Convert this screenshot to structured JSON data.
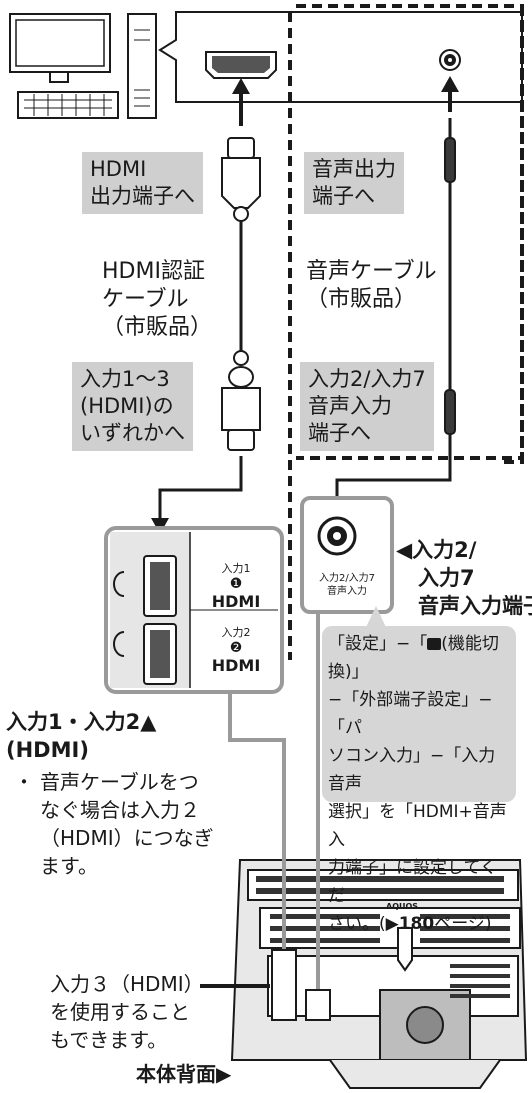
{
  "labels": {
    "hdmi_out_1": "HDMI",
    "hdmi_out_2": "出力端子へ",
    "hdmi_cable_1": "HDMI認証",
    "hdmi_cable_2": "ケーブル",
    "hdmi_cable_3": "（市販品）",
    "hdmi_in_1": "入力1〜3",
    "hdmi_in_2": "(HDMI)の",
    "hdmi_in_3": "いずれかへ",
    "audio_out_1": "音声出力",
    "audio_out_2": "端子へ",
    "audio_cable_1": "音声ケーブル",
    "audio_cable_2": "（市販品）",
    "audio_in_1": "入力2/入力7",
    "audio_in_2": "音声入力",
    "audio_in_3": "端子へ",
    "jack_label_1": "入力2/入力7",
    "jack_label_2": "音声入力",
    "audio_terminal_1": "◀入力2/",
    "audio_terminal_2": "入力7",
    "audio_terminal_3": "音声入力端子",
    "port_input1_label": "入力1",
    "port_input2_label": "入力2",
    "hdmi_logo": "HDMI",
    "inputs_title_1": "入力1・入力2▲",
    "inputs_title_2": "(HDMI)",
    "bullet": "・",
    "bullet_text_1": "音声ケーブルをつ",
    "bullet_text_2": "なぐ場合は入力２",
    "bullet_text_3": "（HDMI）につなぎ",
    "bullet_text_4": "ます。",
    "input3_1": "入力３（HDMI）",
    "input3_2": "を使用すること",
    "input3_3": "もできます。",
    "rear_label": "本体背面▶",
    "aquos": "AQUOS"
  },
  "note": {
    "line1": "「設定」−「",
    "line1_icon": "機能切換アイコン",
    "line1b": "(機能切換)」",
    "line2": "−「外部端子設定」−「パ",
    "line3": "ソコン入力」−「入力音声",
    "line4": "選択」を「HDMI+音声入",
    "line5": "力端子」に設定してくだ",
    "line6": "さい。(▶",
    "page": "180",
    "line6b": "ページ)"
  },
  "colors": {
    "line": "#1a1a1a",
    "panel_grey": "#cfcfcf",
    "frame_grey": "#9a9a9a",
    "accent_dark": "#222222"
  }
}
